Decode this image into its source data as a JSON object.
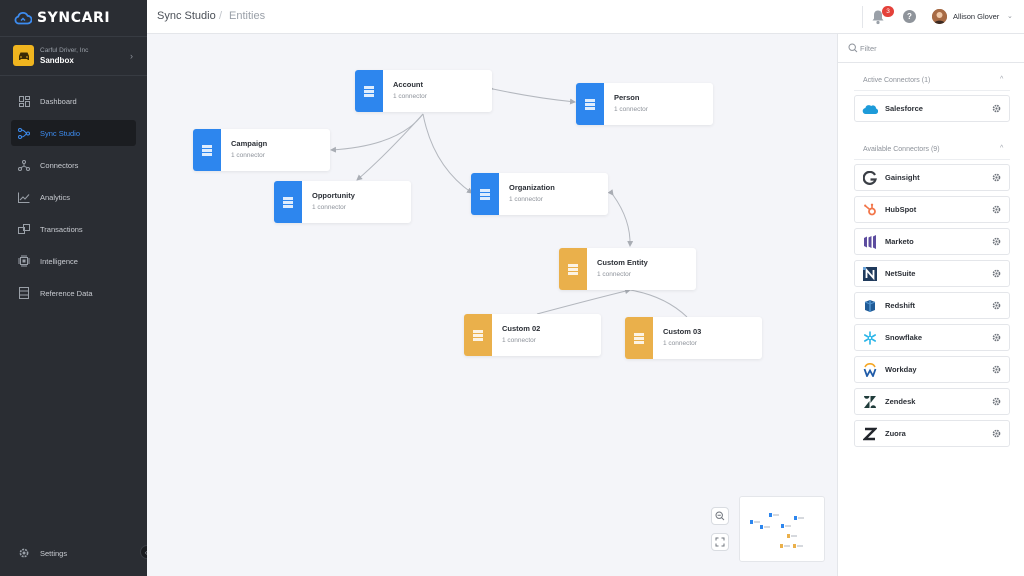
{
  "app": {
    "logo_text": "SYNCARI"
  },
  "org": {
    "company": "Carful Driver, Inc",
    "name": "Sandbox"
  },
  "nav": {
    "items": [
      {
        "label": "Dashboard",
        "icon": "dashboard-icon"
      },
      {
        "label": "Sync Studio",
        "icon": "sync-studio-icon",
        "active": true
      },
      {
        "label": "Connectors",
        "icon": "connectors-icon"
      },
      {
        "label": "Analytics",
        "icon": "analytics-icon"
      },
      {
        "label": "Transactions",
        "icon": "transactions-icon"
      },
      {
        "label": "Intelligence",
        "icon": "intelligence-icon"
      },
      {
        "label": "Reference Data",
        "icon": "reference-data-icon"
      }
    ],
    "settings_label": "Settings",
    "active_color": "#3d8cf0"
  },
  "header": {
    "title": "Sync Studio",
    "separator": "/",
    "subtitle": "Entities",
    "notification_count": "3",
    "help_label": "?",
    "user_name": "Allison Glover"
  },
  "canvas": {
    "nodes": [
      {
        "name": "Account",
        "sub": "1 connector",
        "color": "blue"
      },
      {
        "name": "Person",
        "sub": "1 connector",
        "color": "blue"
      },
      {
        "name": "Campaign",
        "sub": "1 connector",
        "color": "blue"
      },
      {
        "name": "Opportunity",
        "sub": "1 connector",
        "color": "blue"
      },
      {
        "name": "Organization",
        "sub": "1 connector",
        "color": "blue"
      },
      {
        "name": "Custom Entity",
        "sub": "1 connector",
        "color": "yellow"
      },
      {
        "name": "Custom 02",
        "sub": "1 connector",
        "color": "yellow"
      },
      {
        "name": "Custom 03",
        "sub": "1 connector",
        "color": "yellow"
      }
    ],
    "colors": {
      "blue": "#2d86ee",
      "yellow": "#eab04b"
    }
  },
  "panel": {
    "filter_placeholder": "Filter",
    "active_title": "Active Connectors (1)",
    "available_title": "Available Connectors (9)",
    "active": [
      {
        "name": "Salesforce",
        "icon": "salesforce-icon"
      }
    ],
    "available": [
      {
        "name": "Gainsight",
        "icon": "gainsight-icon"
      },
      {
        "name": "HubSpot",
        "icon": "hubspot-icon"
      },
      {
        "name": "Marketo",
        "icon": "marketo-icon"
      },
      {
        "name": "NetSuite",
        "icon": "netsuite-icon"
      },
      {
        "name": "Redshift",
        "icon": "redshift-icon"
      },
      {
        "name": "Snowflake",
        "icon": "snowflake-icon"
      },
      {
        "name": "Workday",
        "icon": "workday-icon"
      },
      {
        "name": "Zendesk",
        "icon": "zendesk-icon"
      },
      {
        "name": "Zuora",
        "icon": "zuora-icon"
      }
    ]
  }
}
